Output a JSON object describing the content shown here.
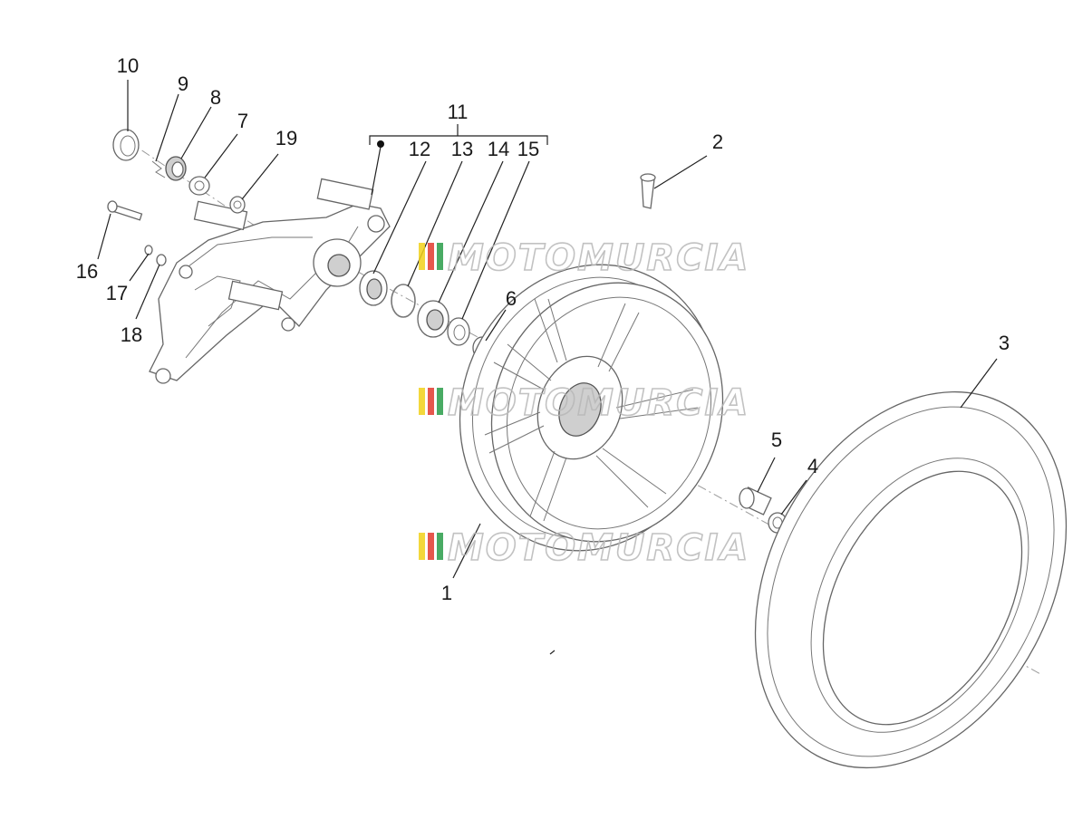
{
  "diagram": {
    "callouts": [
      {
        "id": "1",
        "text": "1"
      },
      {
        "id": "2",
        "text": "2"
      },
      {
        "id": "3",
        "text": "3"
      },
      {
        "id": "4",
        "text": "4"
      },
      {
        "id": "5",
        "text": "5"
      },
      {
        "id": "6",
        "text": "6"
      },
      {
        "id": "7",
        "text": "7"
      },
      {
        "id": "8",
        "text": "8"
      },
      {
        "id": "9",
        "text": "9"
      },
      {
        "id": "10",
        "text": "10"
      },
      {
        "id": "11",
        "text": "11"
      },
      {
        "id": "12",
        "text": "12"
      },
      {
        "id": "13",
        "text": "13"
      },
      {
        "id": "14",
        "text": "14"
      },
      {
        "id": "15",
        "text": "15"
      },
      {
        "id": "16",
        "text": "16"
      },
      {
        "id": "17",
        "text": "17"
      },
      {
        "id": "18",
        "text": "18"
      },
      {
        "id": "19",
        "text": "19"
      }
    ],
    "watermark": "MOTOMURCIA",
    "watermark_colors": [
      "#f2d21b",
      "#e23a2f",
      "#2a9d4a"
    ]
  }
}
